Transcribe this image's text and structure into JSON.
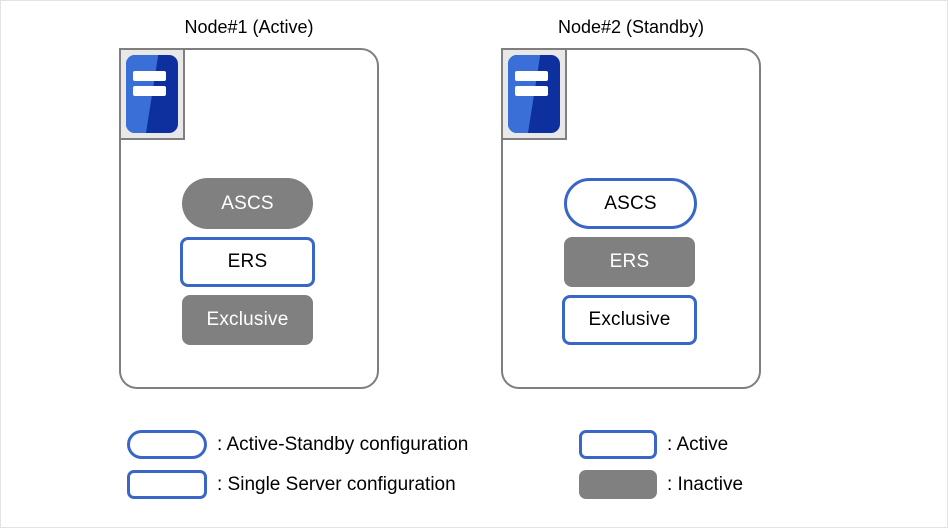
{
  "diagram": {
    "title_bar_present": false,
    "colors": {
      "accent_blue": "#3a66c8",
      "inactive_gray": "#808080",
      "node_border_gray": "#7f7f7f",
      "icon_blue_dark": "#0e2f9e",
      "icon_blue_light": "#3a6fd8",
      "icon_frame_gray": "#e8e8e8",
      "page_border": "#e3e3e3",
      "background": "#ffffff"
    },
    "nodes": [
      {
        "id": "node-1",
        "title": "Node#1 (Active)",
        "icon_name": "server-icon",
        "services": [
          {
            "label": "ASCS",
            "shape": "pill",
            "state": "inactive"
          },
          {
            "label": "ERS",
            "shape": "rect",
            "state": "active"
          },
          {
            "label": "Exclusive",
            "shape": "rect",
            "state": "inactive"
          }
        ]
      },
      {
        "id": "node-2",
        "title": "Node#2 (Standby)",
        "icon_name": "server-icon",
        "services": [
          {
            "label": "ASCS",
            "shape": "pill",
            "state": "active"
          },
          {
            "label": "ERS",
            "shape": "rect",
            "state": "inactive"
          },
          {
            "label": "Exclusive",
            "shape": "rect",
            "state": "active"
          }
        ]
      }
    ],
    "legend": {
      "left": [
        {
          "swatch_shape": "pill",
          "swatch_style": "outline",
          "label": ": Active-Standby configuration"
        },
        {
          "swatch_shape": "rect",
          "swatch_style": "outline",
          "label": ": Single Server configuration"
        }
      ],
      "right": [
        {
          "swatch_shape": "rect",
          "swatch_style": "outline",
          "label": ": Active"
        },
        {
          "swatch_shape": "rect",
          "swatch_style": "filled",
          "label": ": Inactive"
        }
      ]
    }
  }
}
